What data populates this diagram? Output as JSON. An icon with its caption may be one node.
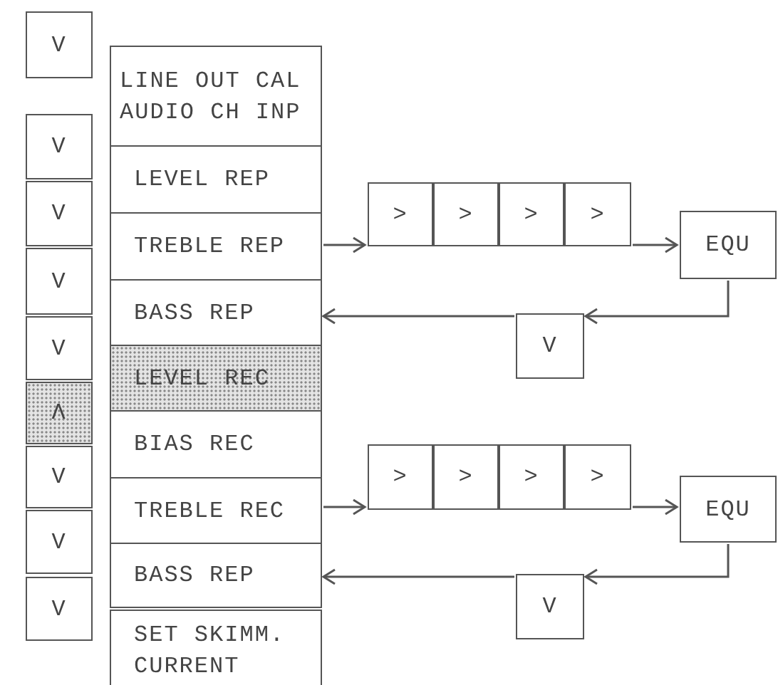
{
  "diagram": {
    "nodes": [
      {
        "text": [
          "V"
        ]
      },
      {
        "text": [
          "LINE OUT CAL AUDIO CH INP"
        ]
      },
      {
        "text": [
          "V"
        ]
      },
      {
        "text": [
          "LEVEL REP"
        ]
      },
      {
        "text": [
          "V"
        ]
      },
      {
        "text": [
          "TREBLE REP"
        ]
      },
      {
        "text": [
          ">"
        ]
      },
      {
        "text": [
          ">"
        ]
      },
      {
        "text": [
          ">"
        ]
      },
      {
        "text": [
          ">"
        ]
      },
      {
        "text": [
          "EQU"
        ]
      },
      {
        "text": [
          "V"
        ]
      },
      {
        "text": [
          "BASS REP"
        ]
      },
      {
        "text": [
          "V"
        ]
      },
      {
        "text": [
          "V"
        ]
      },
      {
        "text": [
          "LEVEL REC"
        ]
      },
      {
        "text": [
          "Λ"
        ]
      },
      {
        "text": [
          "BIAS REC"
        ]
      },
      {
        "text": [
          "V"
        ]
      },
      {
        "text": [
          "TREBLE REC"
        ]
      },
      {
        "text": [
          ">"
        ]
      },
      {
        "text": [
          ">"
        ]
      },
      {
        "text": [
          ">"
        ]
      },
      {
        "text": [
          ">"
        ]
      },
      {
        "text": [
          "EQU"
        ]
      },
      {
        "text": [
          "V"
        ]
      },
      {
        "text": [
          "BASS REP"
        ]
      },
      {
        "text": [
          "V"
        ]
      },
      {
        "text": [
          "V"
        ]
      },
      {
        "text": [
          "SET SKIMM. CURRENT"
        ]
      }
    ],
    "edges": [
      {
        "from": 5,
        "to": 6,
        "arrow": "to"
      },
      {
        "from": 9,
        "to": 10,
        "arrow": "to"
      },
      {
        "from": 10,
        "to": 13,
        "arrow": "to"
      },
      {
        "from": 13,
        "to": 12,
        "arrow": "to"
      },
      {
        "from": 19,
        "to": 20,
        "arrow": "to"
      },
      {
        "from": 23,
        "to": 24,
        "arrow": "to"
      },
      {
        "from": 24,
        "to": 27,
        "arrow": "to"
      },
      {
        "from": 27,
        "to": 26,
        "arrow": "to"
      }
    ]
  }
}
